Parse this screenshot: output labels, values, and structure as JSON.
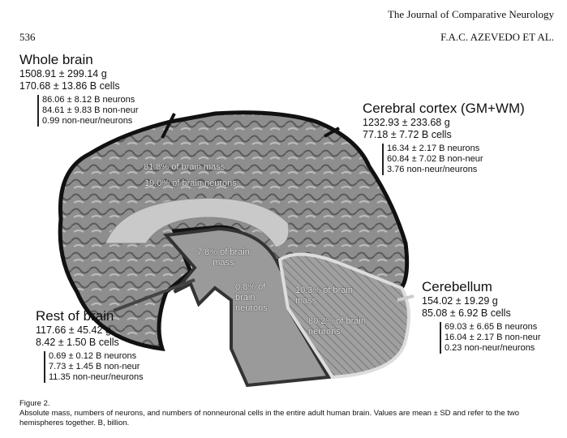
{
  "header": {
    "journal": "The Journal of Comparative Neurology",
    "page": "536",
    "authors": "F.A.C. AZEVEDO ET AL."
  },
  "whole_brain": {
    "title": "Whole brain",
    "mass": "1508.91 ± 299.14 g",
    "cells": "170.68 ± 13.86 B cells",
    "neurons": "86.06 ± 8.12 B neurons",
    "nonneur": "84.61 ± 9.83 B non-neur",
    "ratio": "0.99 non-neur/neurons"
  },
  "cortex": {
    "title": "Cerebral cortex (GM+WM)",
    "mass": "1232.93 ± 233.68 g",
    "cells": "77.18 ± 7.72 B cells",
    "neurons": "16.34 ± 2.17 B neurons",
    "nonneur": "60.84 ± 7.02 B non-neur",
    "ratio": "3.76 non-neur/neurons",
    "pct_mass": "81.8% of brain mass",
    "pct_neurons": "19.0% of brain neurons"
  },
  "cerebellum": {
    "title": "Cerebellum",
    "mass": "154.02 ± 19.29 g",
    "cells": "85.08 ± 6.92 B cells",
    "neurons": "69.03 ± 6.65 B neurons",
    "nonneur": "16.04 ± 2.17 B non-neur",
    "ratio": "0.23 non-neur/neurons",
    "pct_mass_1": "10.3% of brain",
    "pct_mass_2": "mass",
    "pct_neurons_1": "80.2% of brain",
    "pct_neurons_2": "neurons"
  },
  "rest": {
    "title": "Rest of brain",
    "mass": "117.66 ± 45.42 g",
    "cells": "8.42 ± 1.50 B cells",
    "neurons": "0.69 ± 0.12 B neurons",
    "nonneur": "7.73 ± 1.45 B non-neur",
    "ratio": "11.35 non-neur/neurons",
    "pct_mass_1": "7.8% of brain",
    "pct_mass_2": "mass",
    "pct_neurons_1": "0.8% of",
    "pct_neurons_2": "brain",
    "pct_neurons_3": "neurons"
  },
  "caption": {
    "label": "Figure 2.",
    "text": "Absolute mass, numbers of neurons, and numbers of nonneuronal cells in the entire adult human brain. Values are mean ± SD and refer to the two hemispheres together. B, billion."
  }
}
